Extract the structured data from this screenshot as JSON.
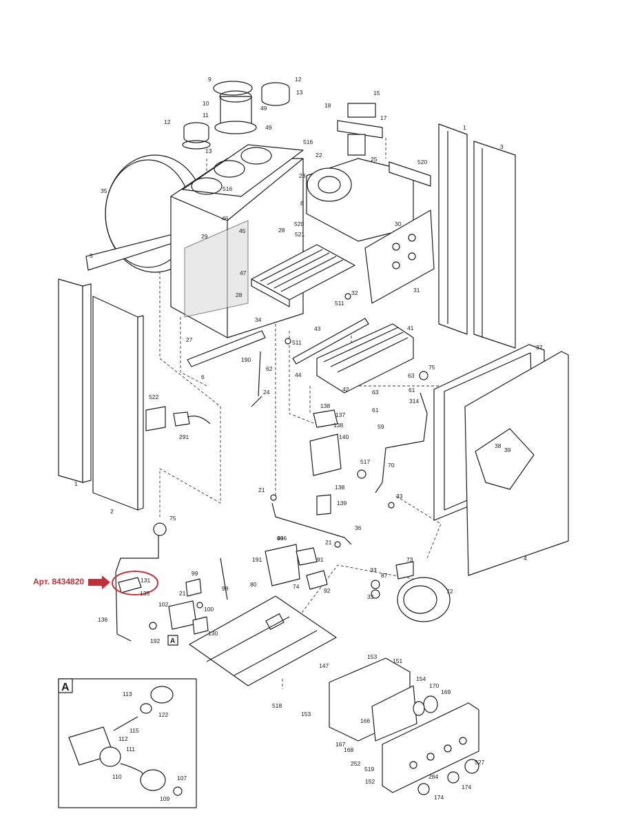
{
  "callout": {
    "text": "Арт. 8434820",
    "highlighted_part": "131",
    "color": "#c0303a"
  },
  "inset": {
    "label": "A",
    "parts": [
      "113",
      "122",
      "115",
      "112",
      "111",
      "110",
      "107",
      "109"
    ]
  },
  "view_marker": "A",
  "part_labels": [
    "1",
    "2",
    "3",
    "4",
    "5",
    "6",
    "8",
    "9",
    "10",
    "11",
    "12",
    "13",
    "15",
    "17",
    "18",
    "21",
    "22",
    "23",
    "24",
    "25",
    "27",
    "28",
    "29",
    "30",
    "31",
    "32",
    "33",
    "34",
    "35",
    "36",
    "37",
    "38",
    "39",
    "41",
    "42",
    "43",
    "44",
    "45",
    "46",
    "47",
    "49",
    "59",
    "61",
    "62",
    "63",
    "70",
    "72",
    "73",
    "74",
    "75",
    "80",
    "87",
    "91",
    "92",
    "96",
    "98",
    "99",
    "100",
    "102",
    "130",
    "131",
    "135",
    "136",
    "137",
    "138",
    "139",
    "140",
    "147",
    "151",
    "152",
    "153",
    "154",
    "166",
    "167",
    "168",
    "169",
    "170",
    "174",
    "190",
    "191",
    "192",
    "252",
    "284",
    "291",
    "314",
    "496",
    "511",
    "516",
    "517",
    "518",
    "519",
    "520",
    "521",
    "522",
    "527"
  ]
}
